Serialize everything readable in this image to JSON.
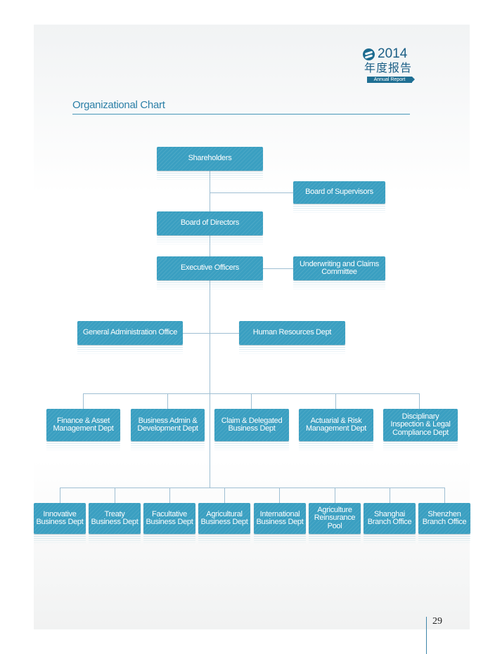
{
  "logo": {
    "year": "2014",
    "title_cn": "年度报告",
    "subtitle": "Annual Report"
  },
  "section_title": "Organizational Chart",
  "org": {
    "shareholders": "Shareholders",
    "board_of_supervisors": "Board of Supervisors",
    "board_of_directors": "Board of Directors",
    "executive_officers": "Executive Officers",
    "underwriting_committee": "Underwriting and Claims Committee",
    "general_administration": "General Administration Office",
    "human_resources": "Human Resources Dept",
    "middle_departments": [
      "Finance & Asset Management Dept",
      "Business Admin & Development Dept",
      "Claim & Delegated Business Dept",
      "Actuarial & Risk Management Dept",
      "Disciplinary Inspection & Legal Compliance Dept"
    ],
    "business_units": [
      "Innovative Business Dept",
      "Treaty Business Dept",
      "Facultative Business Dept",
      "Agricultural Business Dept",
      "International Business Dept",
      "Agriculture Reinsurance Pool",
      "Shanghai Branch Office",
      "Shenzhen Branch Office"
    ]
  },
  "page_number": "29",
  "colors": {
    "box": "#3a9fc1",
    "connector": "#9fbfd3",
    "title": "#2b7fa7",
    "brand": "#1b5f86"
  }
}
